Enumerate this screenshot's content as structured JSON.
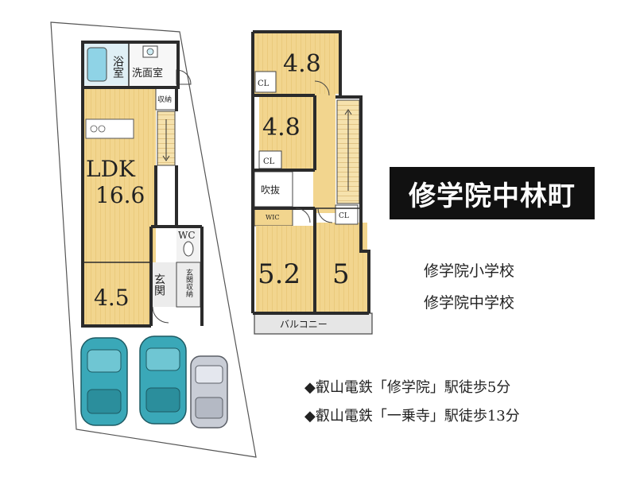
{
  "area_name": "修学院中林町",
  "nearby": [
    "修学院小学校",
    "修学院中学校"
  ],
  "access": [
    "◆叡山電鉄「修学院」駅徒歩5分",
    "◆叡山電鉄「一乗寺」駅徒歩13分"
  ],
  "floor1": {
    "bath": "浴室",
    "washroom": "洗面室",
    "storage": "収納",
    "ldk_label": "LDK",
    "ldk_size": "16.6",
    "wc": "WC",
    "room": "4.5",
    "entrance": "玄関",
    "entrance_storage": "玄関収納"
  },
  "floor2": {
    "room_a": "4.8",
    "room_b": "4.8",
    "room_c": "5.2",
    "room_d": "5",
    "closet": "CL",
    "wic": "WIC",
    "void": "吹抜",
    "balcony": "バルコニー"
  },
  "colors": {
    "floor": "#f2d58e",
    "car_teal": "#3aa8b8",
    "car_grey": "#c9cdd6",
    "badge_bg": "#111111"
  },
  "icons": [
    "car-icon",
    "staircase-icon",
    "door-swing-icon",
    "toilet-icon",
    "bathtub-icon"
  ]
}
